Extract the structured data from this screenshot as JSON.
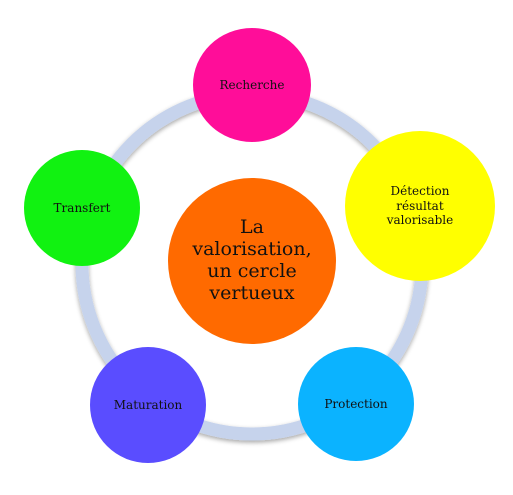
{
  "diagram": {
    "center": {
      "label": "La\nvalorisation,\nun cercle\nvertueux",
      "color": "#ff6a00"
    },
    "ring_color": "#c6d3ec",
    "nodes": [
      {
        "id": "recherche",
        "label": "Recherche",
        "color": "#ff0d99"
      },
      {
        "id": "detection",
        "label": "Détection\nrésultat\nvalorisable",
        "color": "#ffff00"
      },
      {
        "id": "protection",
        "label": "Protection",
        "color": "#0bb3ff"
      },
      {
        "id": "maturation",
        "label": "Maturation",
        "color": "#5a4dff"
      },
      {
        "id": "transfert",
        "label": "Transfert",
        "color": "#11f211"
      }
    ]
  }
}
